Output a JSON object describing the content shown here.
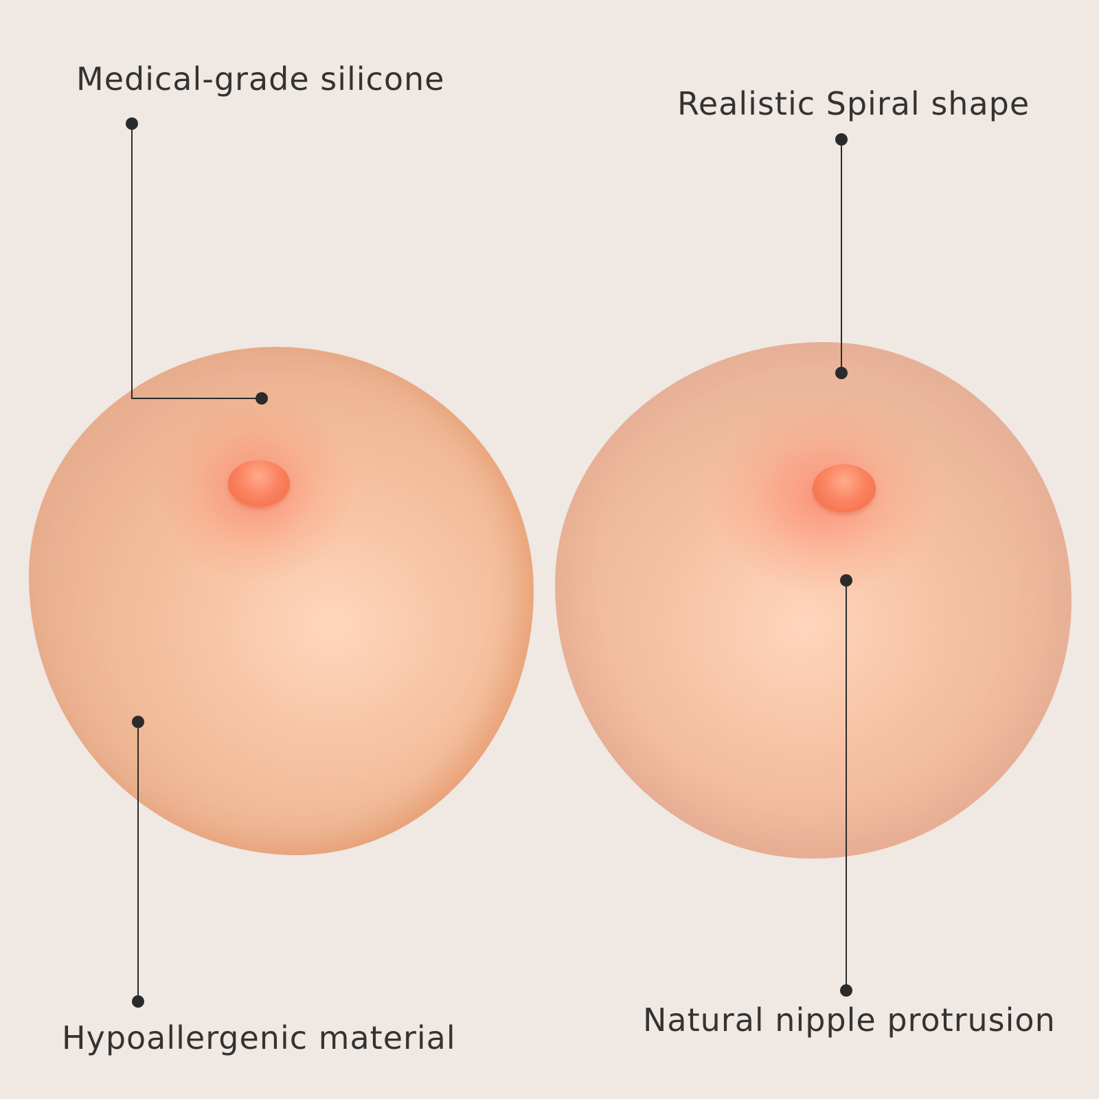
{
  "labels": {
    "top_left": "Medical-grade silicone",
    "top_right": "Realistic Spiral shape",
    "bottom_left": "Hypoallergenic material",
    "bottom_right": "Natural nipple protrusion"
  },
  "colors": {
    "background": "#efe8e3",
    "text": "#333333",
    "callout_line": "#2b2b2b"
  }
}
